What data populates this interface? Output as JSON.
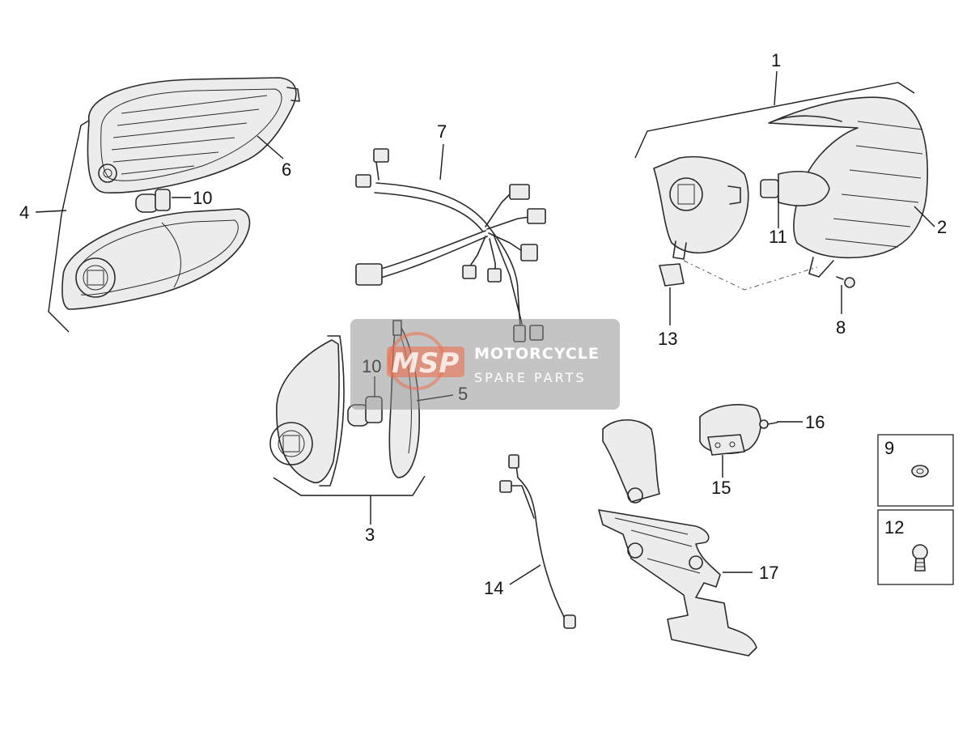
{
  "callouts": {
    "c1": "1",
    "c2": "2",
    "c3": "3",
    "c4": "4",
    "c5": "5",
    "c6": "6",
    "c7": "7",
    "c8": "8",
    "c9": "9",
    "c10a": "10",
    "c10b": "10",
    "c11": "11",
    "c12": "12",
    "c13": "13",
    "c14": "14",
    "c15": "15",
    "c16": "16",
    "c17": "17"
  },
  "watermark": {
    "logo": "MSP",
    "line1": "MOTORCYCLE",
    "line2": "SPARE PARTS"
  }
}
